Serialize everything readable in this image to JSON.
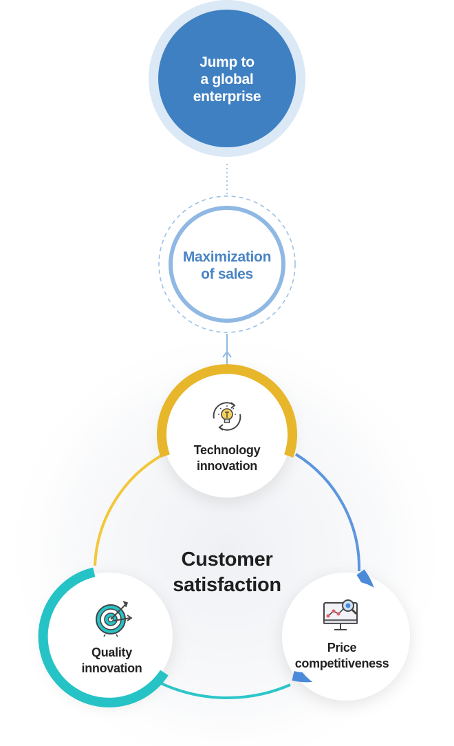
{
  "goal": {
    "label": "Jump to\na  global\nenterprise",
    "color": "#3f80c2"
  },
  "sales": {
    "label": "Maximization\nof sales",
    "color": "#8fb8e3"
  },
  "center": {
    "label": "Customer\nsatisfaction"
  },
  "nodes": [
    {
      "id": "technology",
      "label": "Technology\ninnovation",
      "icon": "lightbulb-cycle-icon",
      "color": "#e8b62a"
    },
    {
      "id": "quality",
      "label": "Quality\ninnovation",
      "icon": "target-arrows-icon",
      "color": "#25c3c6"
    },
    {
      "id": "price",
      "label": "Price\ncompetitiveness",
      "icon": "monitor-analytics-icon",
      "color": "#4b8ad9"
    }
  ]
}
